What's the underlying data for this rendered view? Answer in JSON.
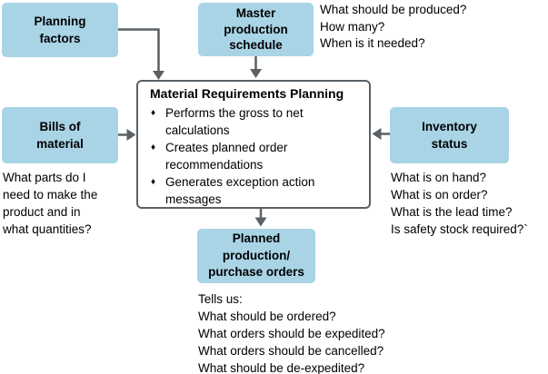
{
  "colors": {
    "box_fill": "#a9d4e6",
    "arrow": "#596066",
    "mrp_border": "#596066",
    "text": "#000000",
    "background": "#ffffff"
  },
  "boxes": {
    "planning_factors": "Planning\nfactors",
    "master_production_schedule": "Master\nproduction\nschedule",
    "bills_of_material": "Bills of\nmaterial",
    "inventory_status": "Inventory\nstatus",
    "planned_orders": "Planned\nproduction/\npurchase orders"
  },
  "mrp": {
    "title": "Material Requirements Planning",
    "bullet_glyph": "♦",
    "bullets": [
      "Performs the gross to net\ncalculations",
      "Creates planned order\nrecommendations",
      "Generates exception action\nmessages"
    ]
  },
  "notes": {
    "top_right": "What should be produced?\nHow many?\nWhen is it needed?",
    "left": "What parts do I\nneed to make the\nproduct and in\nwhat quantities?",
    "right": "What is on hand?\nWhat is on order?\nWhat is the lead time?\nIs safety stock required?`",
    "bottom": "Tells us:\nWhat should be ordered?\nWhat orders should be expedited?\nWhat orders should be cancelled?\nWhat should be de-expedited?"
  }
}
